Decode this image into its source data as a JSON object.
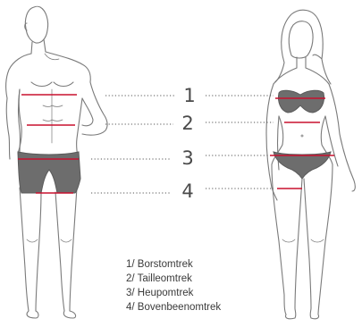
{
  "diagram": {
    "measurement_numbers": [
      "1",
      "2",
      "3",
      "4"
    ],
    "legend": [
      "1/ Borstomtrek",
      "2/ Tailleomtrek",
      "3/ Heupomtrek",
      "4/ Bovenbeenomtrek"
    ],
    "colors": {
      "measure_line": "#c8102e",
      "outline": "#7a7a7a",
      "garment": "#6d6d6d",
      "dotted_leader": "#555555",
      "text": "#3a3a3a"
    }
  }
}
